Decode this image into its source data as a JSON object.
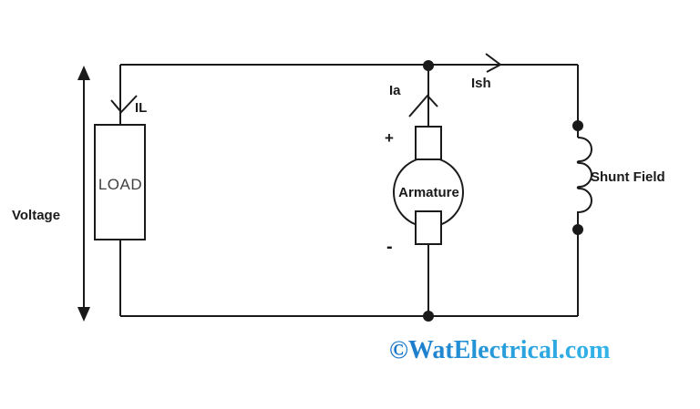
{
  "diagram": {
    "type": "circuit-diagram",
    "subject": "DC shunt generator with load",
    "labels": {
      "voltage": "Voltage",
      "load": "LOAD",
      "il": "IL",
      "ia": "Ia",
      "ish": "Ish",
      "plus": "+",
      "minus": "-",
      "armature": "Armature",
      "shunt_field": "Shunt Field"
    },
    "watermark": "©WatElectrical.com",
    "colors": {
      "background": "#ffffff",
      "line": "#1a1a1a",
      "label_text": "#1a1a1a",
      "load_text": "#404040",
      "watermark_blue_start": "#1a75c8",
      "watermark_blue_end": "#33b5ea"
    }
  }
}
